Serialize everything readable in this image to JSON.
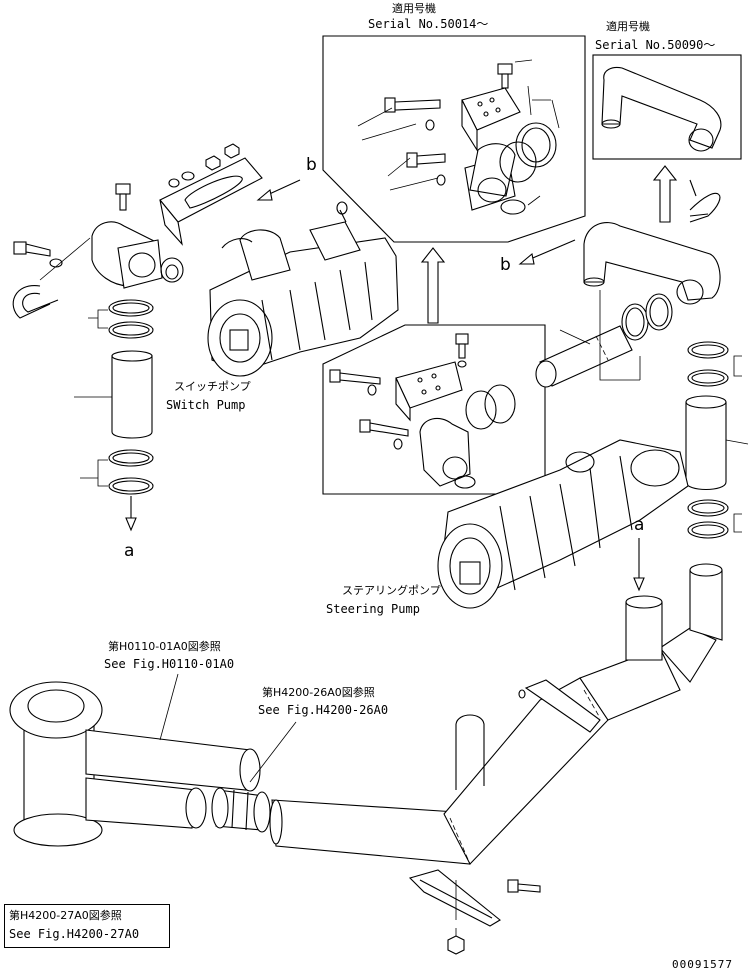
{
  "top_serial": {
    "jp": "適用号機",
    "text": "Serial No.50014～"
  },
  "right_serial": {
    "jp": "適用号機",
    "text": "Serial No.50090～"
  },
  "switch_pump": {
    "jp": "スイッチポンプ",
    "en": "SWitch Pump"
  },
  "steering_pump": {
    "jp": "ステアリングポンプ",
    "en": "Steering Pump"
  },
  "ref_h0110": {
    "jp": "第H0110-01A0図参照",
    "en": "See Fig.H0110-01A0"
  },
  "ref_h4200_26": {
    "jp": "第H4200-26A0図参照",
    "en": "See Fig.H4200-26A0"
  },
  "ref_h4200_27": {
    "jp": "第H4200-27A0図参照",
    "en": "See Fig.H4200-27A0"
  },
  "markers": {
    "a": "a",
    "b": "b"
  },
  "drawing_number": "00091577"
}
